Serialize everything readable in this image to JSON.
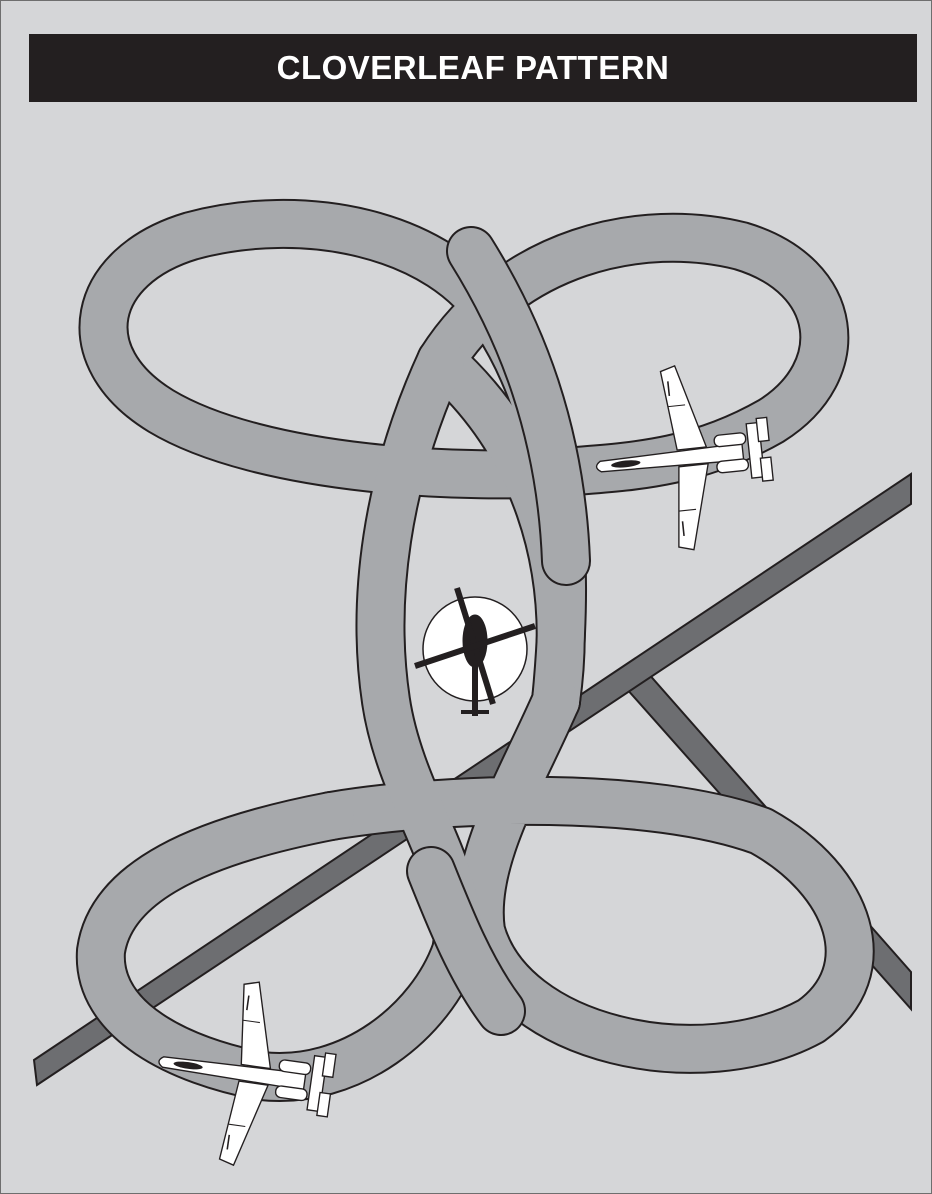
{
  "title": "CLOVERLEAF PATTERN",
  "colors": {
    "background": "#d5d6d8",
    "title_bar": "#231f20",
    "title_text": "#ffffff",
    "track_fill": "#a7a9ac",
    "track_stroke": "#231f20",
    "runway": "#6d6e71",
    "aircraft": "#ffffff",
    "helicopter": "#231f20"
  },
  "elements": {
    "track": "cloverleaf-flight-track",
    "runways": [
      "main-runway",
      "cross-runway"
    ],
    "aircraft": [
      "a10-aircraft-upper-right",
      "a10-aircraft-lower-left"
    ],
    "helicopter": "helicopter-on-pad"
  }
}
